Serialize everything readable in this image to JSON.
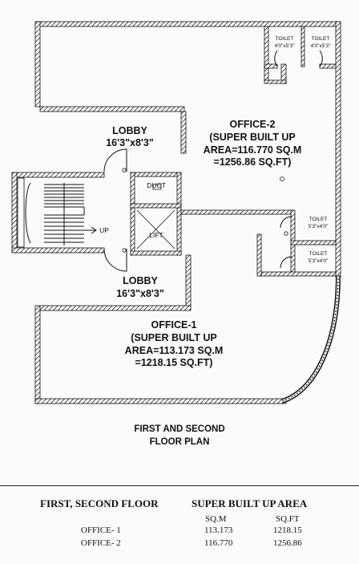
{
  "plan": {
    "rooms": {
      "office2": {
        "name": "OFFICE-2",
        "line1": "(SUPER BUILT UP",
        "line2": "AREA=116.770 SQ.M",
        "line3": "=1256.86 SQ.FT)"
      },
      "office1": {
        "name": "OFFICE-1",
        "line1": "(SUPER BUILT UP",
        "line2": "AREA=113.173 SQ.M",
        "line3": "=1218.15 SQ.FT)"
      },
      "lobby_top": {
        "name": "LOBBY",
        "size": "16'3\"x8'3\""
      },
      "lobby_bottom": {
        "name": "LOBBY",
        "size": "16'3\"x8'3\""
      },
      "duct": "DUCT",
      "lift": "LIFT",
      "stair": "UP",
      "toilets_top": [
        {
          "name": "TOILET",
          "size": "4'0\"x5'3\""
        },
        {
          "name": "TOILET",
          "size": "4'0\"x5'3\""
        }
      ],
      "toilets_right": [
        {
          "name": "TOILET",
          "size": "5'3\"x4'0\""
        },
        {
          "name": "TOILET",
          "size": "5'3\"x4'0\""
        }
      ]
    }
  },
  "caption": {
    "line1": "FIRST AND SECOND",
    "line2": "FLOOR PLAN"
  },
  "table": {
    "floor_header": "FIRST, SECOND FLOOR",
    "area_header": "SUPER BUILT UP AREA",
    "unit_sqm": "SQ.M",
    "unit_sqft": "SQ.FT",
    "rows": [
      {
        "name": "OFFICE- 1",
        "sqm": "113.173",
        "sqft": "1218.15"
      },
      {
        "name": "OFFICE- 2",
        "sqm": "116.770",
        "sqft": "1256.86"
      }
    ]
  }
}
